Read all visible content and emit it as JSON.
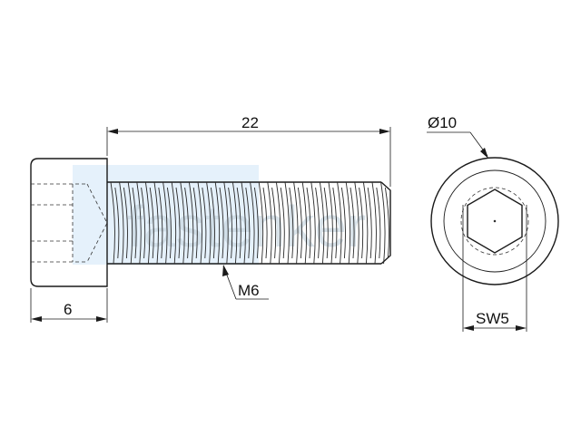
{
  "dimensions": {
    "length": "22",
    "head_height": "6",
    "thread": "M6",
    "head_diameter": "Ø10",
    "hex_key": "SW5"
  },
  "watermark": {
    "text": "fastenker",
    "color": "#cfe6f7"
  },
  "colors": {
    "line": "#1a1a1a",
    "background": "#ffffff"
  }
}
